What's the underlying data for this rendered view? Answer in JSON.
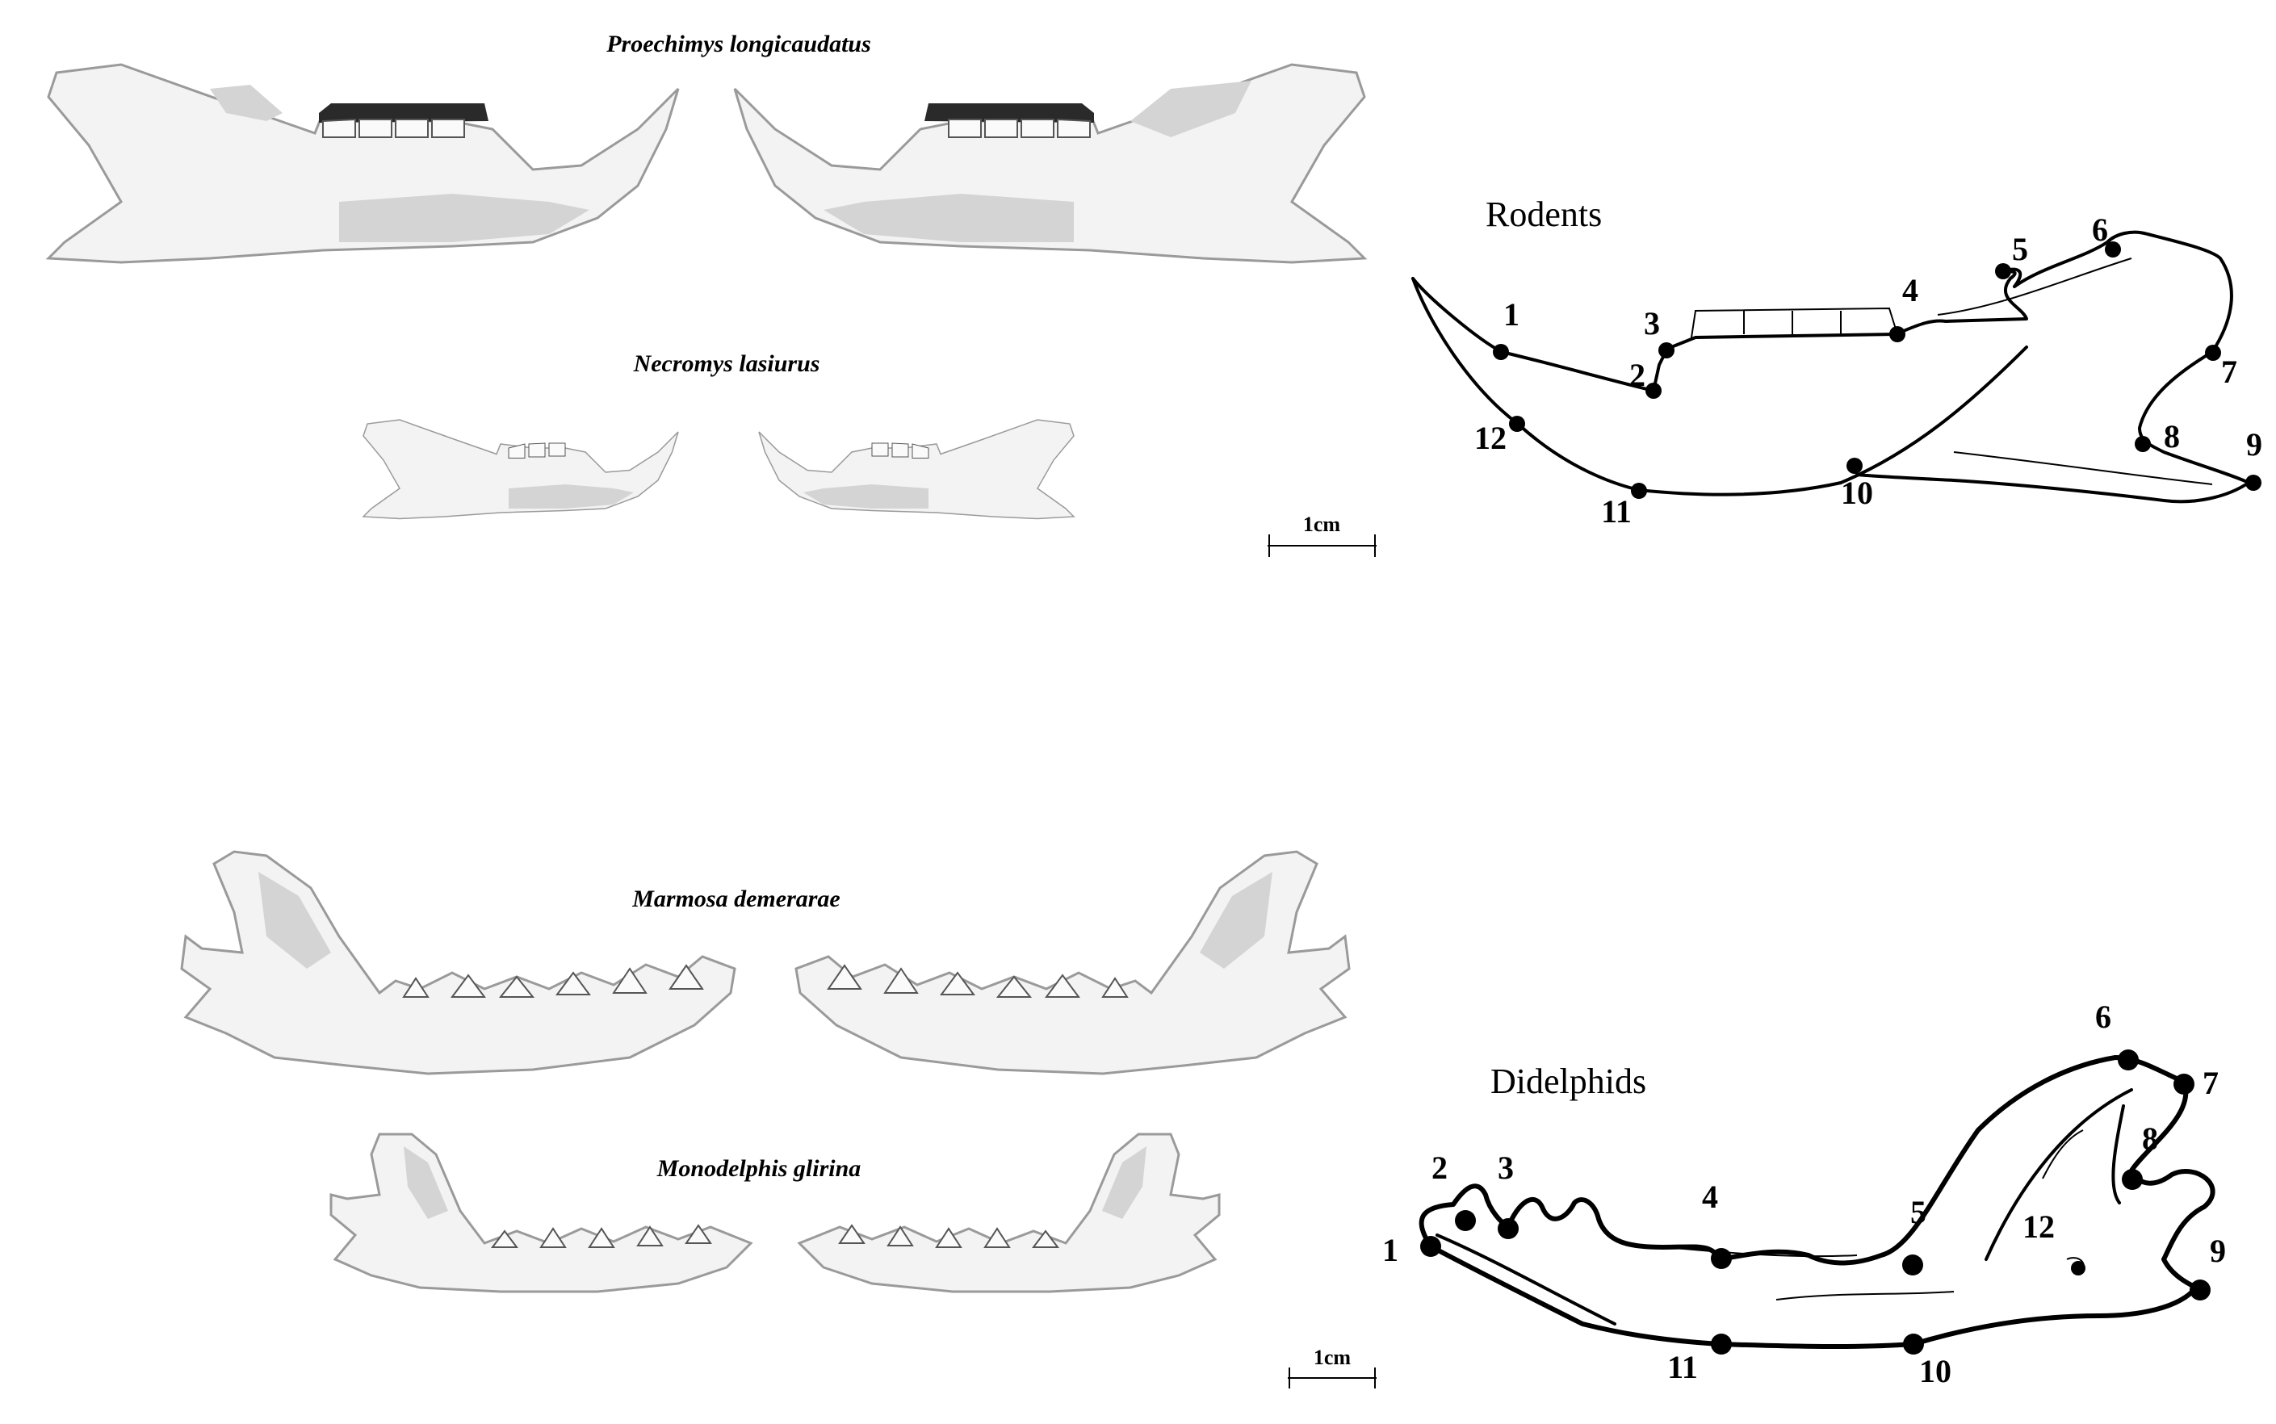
{
  "rodent_panel": {
    "species_1": "Proechimys longicaudatus",
    "species_2": "Necromys lasiurus",
    "group_label": "Rodents",
    "scale_label": "1cm",
    "landmarks": [
      "1",
      "2",
      "3",
      "4",
      "5",
      "6",
      "7",
      "8",
      "9",
      "10",
      "11",
      "12"
    ]
  },
  "didelphid_panel": {
    "species_1": "Marmosa demerarae",
    "species_2": "Monodelphis glirina",
    "group_label": "Didelphids",
    "scale_label": "1cm",
    "landmarks": [
      "1",
      "2",
      "3",
      "4",
      "5",
      "6",
      "7",
      "8",
      "9",
      "10",
      "11",
      "12"
    ]
  }
}
